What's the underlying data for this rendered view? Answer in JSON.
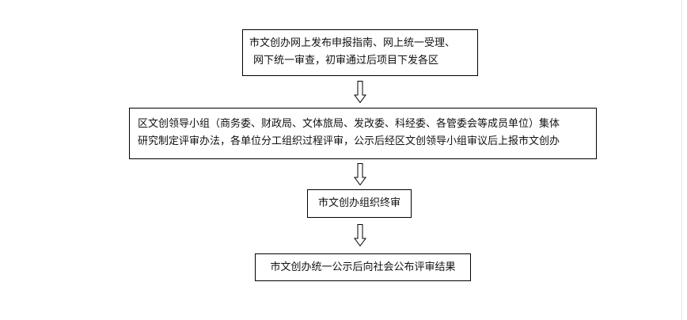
{
  "flowchart": {
    "steps": [
      {
        "lines": [
          "市文创办网上发布申报指南、网上统一受理、",
          "网下统一审查，初审通过后项目下发各区"
        ]
      },
      {
        "lines": [
          "区文创领导小组（商务委、财政局、文体旅局、发改委、科经委、各管委会等成员单位）集体",
          "研究制定评审办法，各单位分工组织过程评审，公示后经区文创领导小组审议后上报市文创办"
        ]
      },
      {
        "lines": [
          "市文创办组织终审"
        ]
      },
      {
        "lines": [
          "市文创办统一公示后向社会公布评审结果"
        ]
      }
    ],
    "connector": "hollow-down-arrow",
    "colors": {
      "border": "#000000",
      "text": "#111111",
      "background": "#ffffff"
    }
  }
}
